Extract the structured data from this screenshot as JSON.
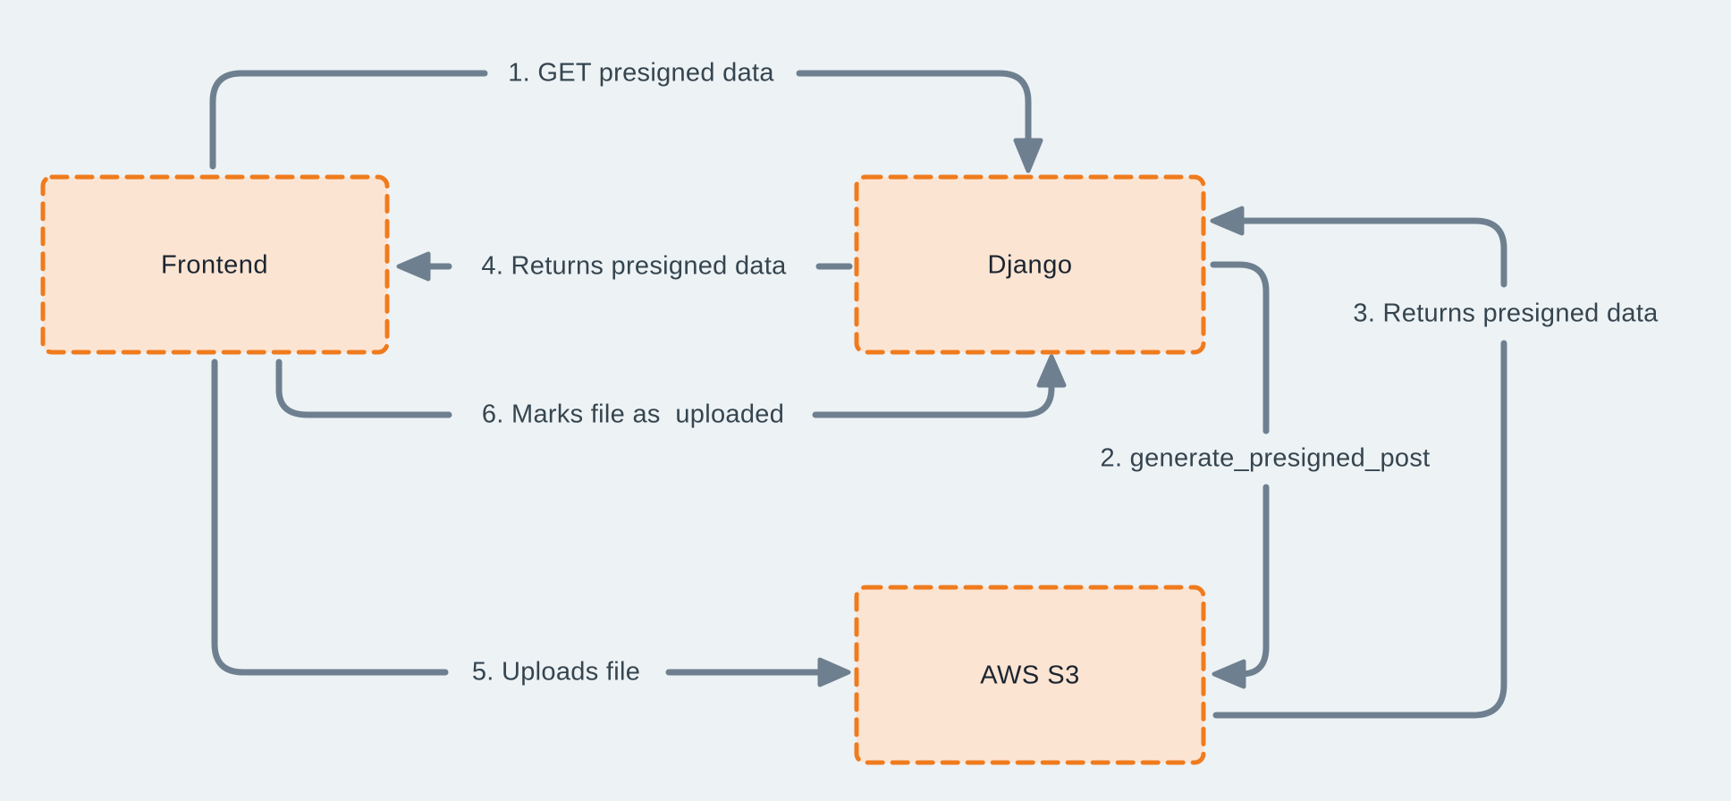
{
  "diagram": {
    "description": "Presigned upload flow between Frontend, Django and AWS S3",
    "nodes": [
      {
        "id": "frontend",
        "label": "Frontend"
      },
      {
        "id": "django",
        "label": "Django"
      },
      {
        "id": "aws_s3",
        "label": "AWS S3"
      }
    ],
    "edges": [
      {
        "step": "1",
        "label": "1. GET presigned data",
        "from": "Frontend",
        "to": "Django"
      },
      {
        "step": "2",
        "label": "2. generate_presigned_post",
        "from": "Django",
        "to": "AWS S3"
      },
      {
        "step": "3",
        "label": "3. Returns presigned data",
        "from": "AWS S3",
        "to": "Django"
      },
      {
        "step": "4",
        "label": "4. Returns presigned data",
        "from": "Django",
        "to": "Frontend"
      },
      {
        "step": "5",
        "label": "5. Uploads file",
        "from": "Frontend",
        "to": "AWS S3"
      },
      {
        "step": "6",
        "label": "6. Marks file as  uploaded",
        "from": "Frontend",
        "to": "Django"
      }
    ],
    "colors": {
      "background": "#edf2f5",
      "node_fill": "#fce4d3",
      "node_border": "#ef7b1d",
      "arrow": "#6e8090",
      "edge_label_text": "#35454f",
      "node_label_text": "#1b2530"
    }
  }
}
